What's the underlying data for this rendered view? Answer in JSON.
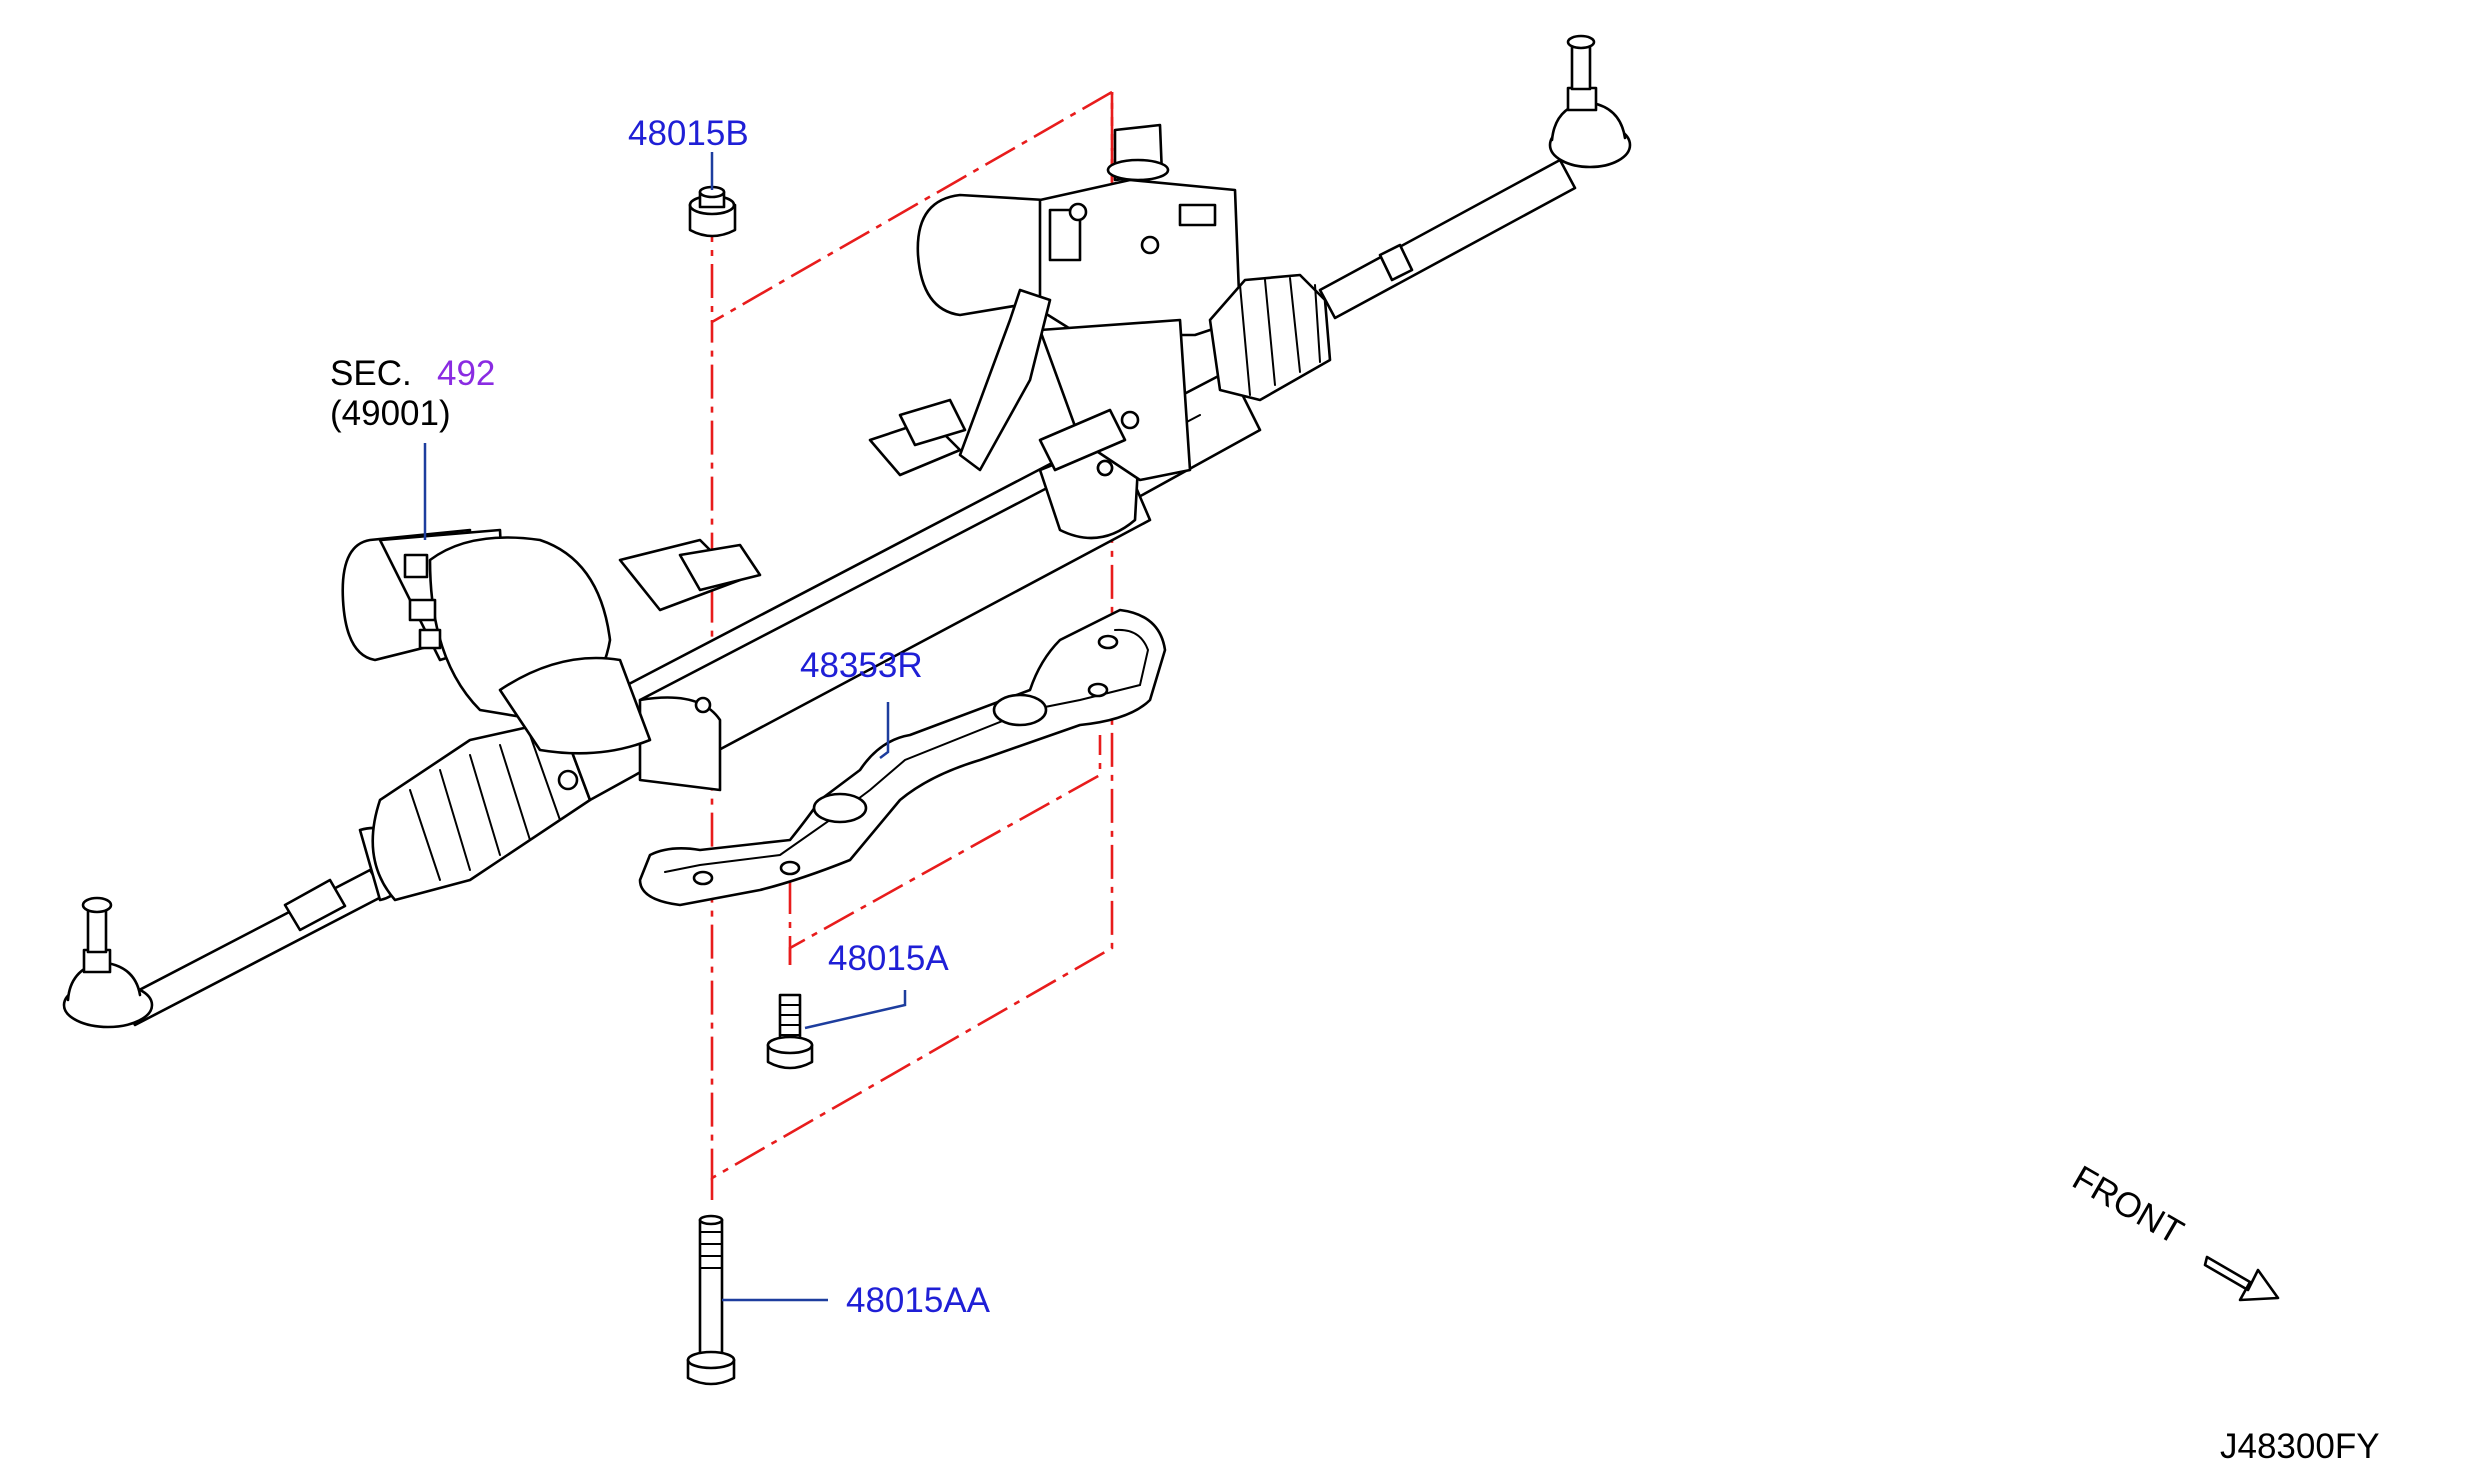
{
  "diagram": {
    "labels": {
      "nut": "48015B",
      "sec": "SEC.",
      "sec_number": "492",
      "sec_sub": "(49001)",
      "plate": "48353R",
      "bolt_short": "48015A",
      "bolt_long": "48015AA",
      "front": "FRONT",
      "code": "J48300FY"
    },
    "colors": {
      "part_label": "#1f1fd6",
      "section_ref": "#8a2be2",
      "leader": "#1d3d9e",
      "assembly_line": "#e81c1c",
      "drawing": "#000000"
    }
  }
}
